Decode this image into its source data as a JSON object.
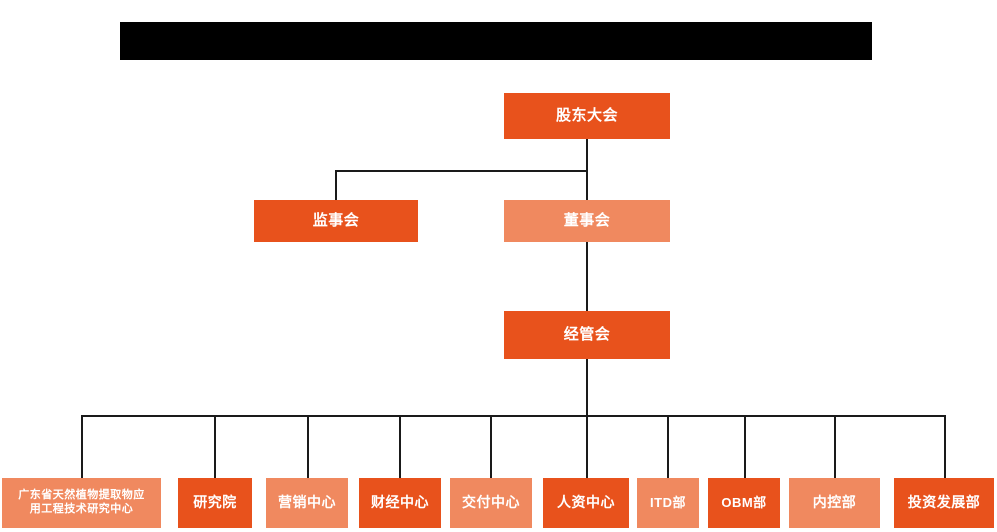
{
  "header": {
    "redacted_title_bar": true,
    "title_text": ""
  },
  "colors": {
    "accent_dark": "#E8521C",
    "accent_light": "#F0895F",
    "line": "#1A1A1A",
    "background": "#FFFFFF",
    "redaction": "#000000",
    "node_text": "#FFFFFF"
  },
  "chart_data": {
    "type": "diagram",
    "diagram_type": "organization-chart",
    "title": "",
    "orientation": "top-down",
    "levels": [
      {
        "level": 1,
        "nodes": [
          {
            "id": "shareholders",
            "label": "股东大会",
            "tone": "dark"
          }
        ]
      },
      {
        "level": 2,
        "nodes": [
          {
            "id": "supervisory-board",
            "label": "监事会",
            "tone": "dark"
          },
          {
            "id": "board-of-directors",
            "label": "董事会",
            "tone": "light"
          }
        ]
      },
      {
        "level": 3,
        "nodes": [
          {
            "id": "management-committee",
            "label": "经管会",
            "tone": "dark"
          }
        ]
      },
      {
        "level": 4,
        "nodes": [
          {
            "id": "gd-research-center",
            "label": "广东省天然植物提取物应用工程技术研究中心",
            "line1": "广东省天然植物提取物应",
            "line2": "用工程技术研究中心",
            "tone": "light"
          },
          {
            "id": "research-institute",
            "label": "研究院",
            "tone": "dark"
          },
          {
            "id": "marketing-center",
            "label": "营销中心",
            "tone": "light"
          },
          {
            "id": "finance-center",
            "label": "财经中心",
            "tone": "dark"
          },
          {
            "id": "delivery-center",
            "label": "交付中心",
            "tone": "light"
          },
          {
            "id": "hr-center",
            "label": "人资中心",
            "tone": "dark"
          },
          {
            "id": "itd-department",
            "label": "ITD部",
            "tone": "light"
          },
          {
            "id": "obm-department",
            "label": "OBM部",
            "tone": "dark"
          },
          {
            "id": "internal-control-department",
            "label": "内控部",
            "tone": "light"
          },
          {
            "id": "investment-development-department",
            "label": "投资发展部",
            "tone": "dark"
          }
        ]
      }
    ],
    "edges": [
      {
        "from": "shareholders",
        "to": "supervisory-board"
      },
      {
        "from": "shareholders",
        "to": "board-of-directors"
      },
      {
        "from": "board-of-directors",
        "to": "management-committee"
      },
      {
        "from": "management-committee",
        "to": "gd-research-center"
      },
      {
        "from": "management-committee",
        "to": "research-institute"
      },
      {
        "from": "management-committee",
        "to": "marketing-center"
      },
      {
        "from": "management-committee",
        "to": "finance-center"
      },
      {
        "from": "management-committee",
        "to": "delivery-center"
      },
      {
        "from": "management-committee",
        "to": "hr-center"
      },
      {
        "from": "management-committee",
        "to": "itd-department"
      },
      {
        "from": "management-committee",
        "to": "obm-department"
      },
      {
        "from": "management-committee",
        "to": "internal-control-department"
      },
      {
        "from": "management-committee",
        "to": "investment-development-department"
      }
    ]
  },
  "nodes": {
    "shareholders": "股东大会",
    "supervisory_board": "监事会",
    "board_of_directors": "董事会",
    "management_committee": "经管会",
    "gd_research_center_line1": "广东省天然植物提取物应",
    "gd_research_center_line2": "用工程技术研究中心",
    "research_institute": "研究院",
    "marketing_center": "营销中心",
    "finance_center": "财经中心",
    "delivery_center": "交付中心",
    "hr_center": "人资中心",
    "itd_department": "ITD部",
    "obm_department": "OBM部",
    "internal_control_department": "内控部",
    "investment_development_department": "投资发展部"
  }
}
